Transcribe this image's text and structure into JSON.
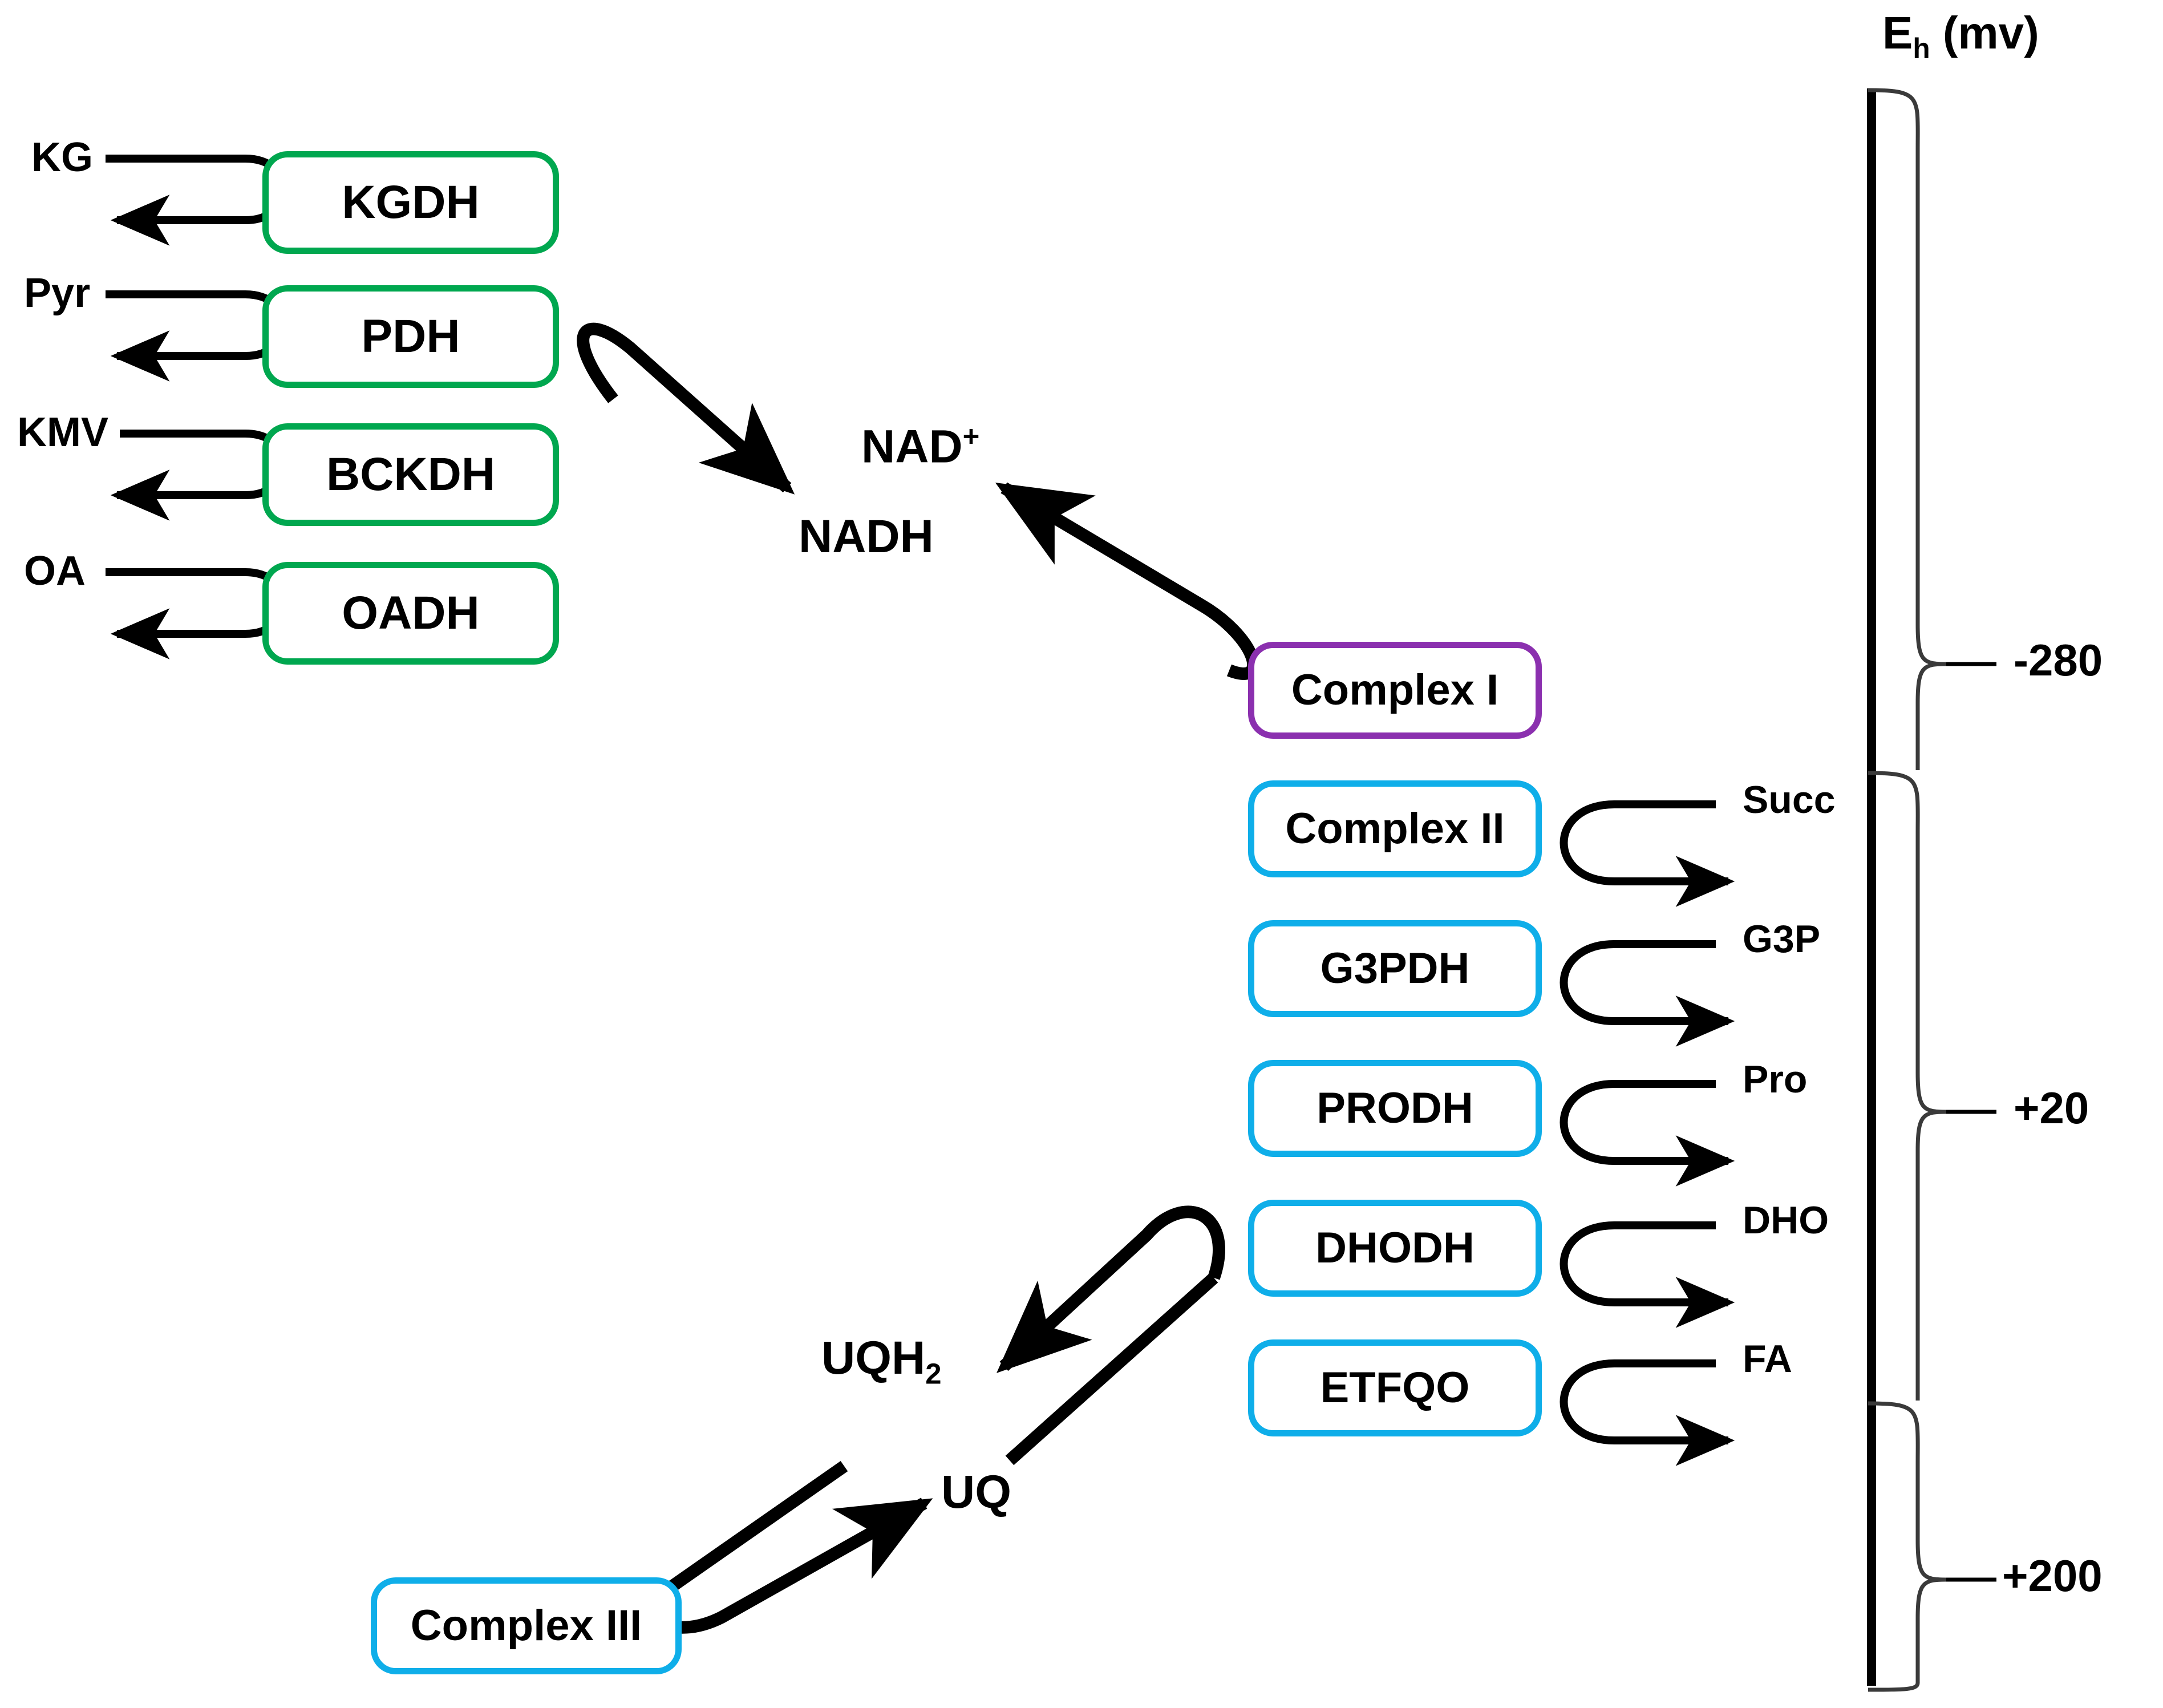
{
  "diagram": {
    "title_axis": "E",
    "axis_title_sub": "h",
    "axis_title_unit": " (mv)"
  },
  "nad_dehydrogenases": [
    {
      "name": "KGDH",
      "substrate": "KG"
    },
    {
      "name": "PDH",
      "substrate": "Pyr"
    },
    {
      "name": "BCKDH",
      "substrate": "KMV"
    },
    {
      "name": "OADH",
      "substrate": "OA"
    }
  ],
  "nad_cycle": {
    "oxidized": "NAD",
    "oxidized_charge": "+",
    "reduced": "NADH"
  },
  "complexes": [
    {
      "name": "Complex I",
      "color": "purple",
      "substrate": ""
    },
    {
      "name": "Complex II",
      "color": "blue",
      "substrate": "Succ"
    },
    {
      "name": "G3PDH",
      "color": "blue",
      "substrate": "G3P"
    },
    {
      "name": "PRODH",
      "color": "blue",
      "substrate": "Pro"
    },
    {
      "name": "DHODH",
      "color": "blue",
      "substrate": "DHO"
    },
    {
      "name": "ETFQO",
      "color": "blue",
      "substrate": "FA"
    }
  ],
  "uq_cycle": {
    "reduced": "UQH",
    "reduced_sub": "2",
    "oxidized": "UQ",
    "complex": "Complex III"
  },
  "eh_scale": {
    "values": [
      "-280",
      "+20",
      "+200"
    ]
  },
  "colors": {
    "green": "#00A74F",
    "blue": "#0FAEE9",
    "purple": "#8B30AF",
    "black": "#000000"
  }
}
